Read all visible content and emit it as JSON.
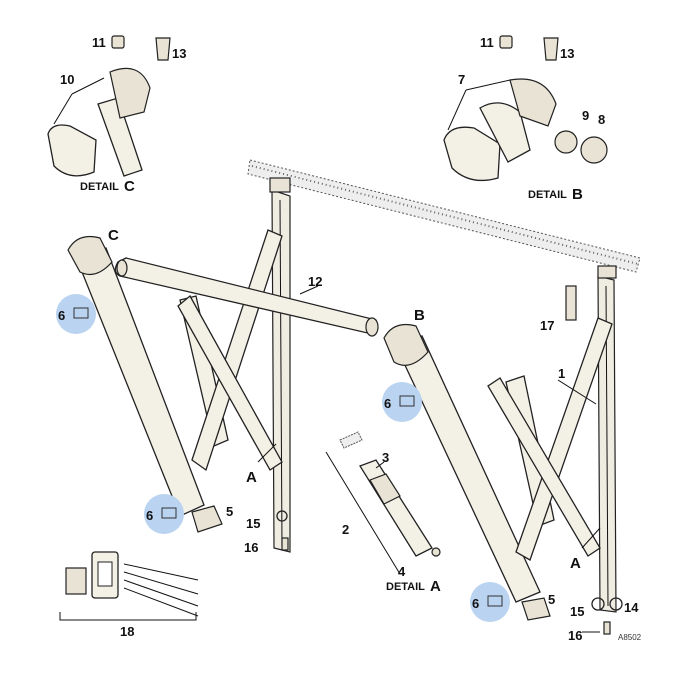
{
  "callouts": {
    "c1": "1",
    "c2": "2",
    "c3": "3",
    "c4": "4",
    "c5a": "5",
    "c5b": "5",
    "c6a": "6",
    "c6b": "6",
    "c6c": "6",
    "c6d": "6",
    "c7": "7",
    "c8": "8",
    "c9": "9",
    "c10": "10",
    "c11a": "11",
    "c11b": "11",
    "c12": "12",
    "c13a": "13",
    "c13b": "13",
    "c14": "14",
    "c15a": "15",
    "c15b": "15",
    "c16a": "16",
    "c16b": "16",
    "c17": "17",
    "c18": "18"
  },
  "points": {
    "a1": "A",
    "a2": "A",
    "b": "B",
    "c": "C"
  },
  "details": {
    "a_prefix": "DETAIL",
    "a_letter": "A",
    "b_prefix": "DETAIL",
    "b_letter": "B",
    "c_prefix": "DETAIL",
    "c_letter": "C"
  },
  "figure_ref": "A8502",
  "colors": {
    "badge": "#b9d3f0",
    "stroke": "#222222",
    "part_fill": "#f3f0e6"
  },
  "icons": {
    "badge_symbol": "motor-gear-icon"
  }
}
